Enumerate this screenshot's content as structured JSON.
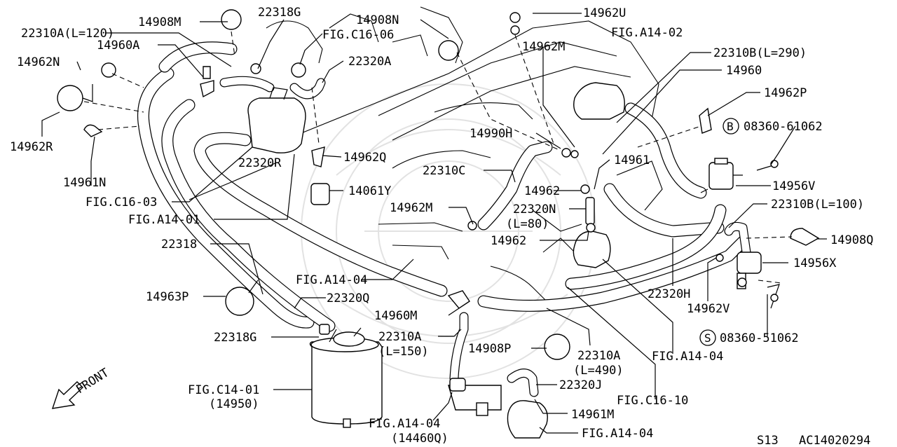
{
  "diagram": {
    "labels": {
      "p22310A_L120": "22310A(L=120)",
      "p14908M": "14908M",
      "p22318G_top": "22318G",
      "p14908N": "14908N",
      "p14962U": "14962U",
      "figC16_06": "FIG.C16-06",
      "figA14_02": "FIG.A14-02",
      "p14960A": "14960A",
      "p22320A": "22320A",
      "p14962M_top": "14962M",
      "p22310B_L290": "22310B(L=290)",
      "p14962N": "14962N",
      "p14960": "14960",
      "p14962P": "14962P",
      "p14962R": "14962R",
      "b08360_61062": "08360-61062",
      "b_letter": "B",
      "p14990H": "14990H",
      "p14961": "14961",
      "p14962Q": "14962Q",
      "p22310C": "22310C",
      "p22320R": "22320R",
      "p14962_a": "14962",
      "p14956V": "14956V",
      "p14961N": "14961N",
      "p14061Y": "14061Y",
      "figC16_03": "FIG.C16-03",
      "p14962M_mid": "14962M",
      "p22320N": "22320N",
      "p22320N_L": "(L=80)",
      "p22310B_L100": "22310B(L=100)",
      "figA14_01": "FIG.A14-01",
      "p14962_b": "14962",
      "p14908Q": "14908Q",
      "p22318": "22318",
      "p14956X": "14956X",
      "figA14_04_a": "FIG.A14-04",
      "p22320H": "22320H",
      "p14963P": "14963P",
      "p22320Q": "22320Q",
      "p14962V": "14962V",
      "p14960M": "14960M",
      "p22310A_a": "22310A",
      "p22310A_a_L": "(L=150)",
      "p22318G_bot": "22318G",
      "s08360_51062": "08360-51062",
      "s_letter": "S",
      "p14908P": "14908P",
      "p22310A_b": "22310A",
      "p22310A_b_L": "(L=490)",
      "figA14_04_b": "FIG.A14-04",
      "figC14_01": "FIG.C14-01",
      "p14950": "(14950)",
      "p22320J": "22320J",
      "front": "FRONT",
      "figC16_10": "FIG.C16-10",
      "p14961M": "14961M",
      "figA14_04_c": "FIG.A14-04",
      "p14460Q": "(14460Q)",
      "figA14_04_d": "FIG.A14-04",
      "model": "S13",
      "code": "AC14020294"
    }
  }
}
